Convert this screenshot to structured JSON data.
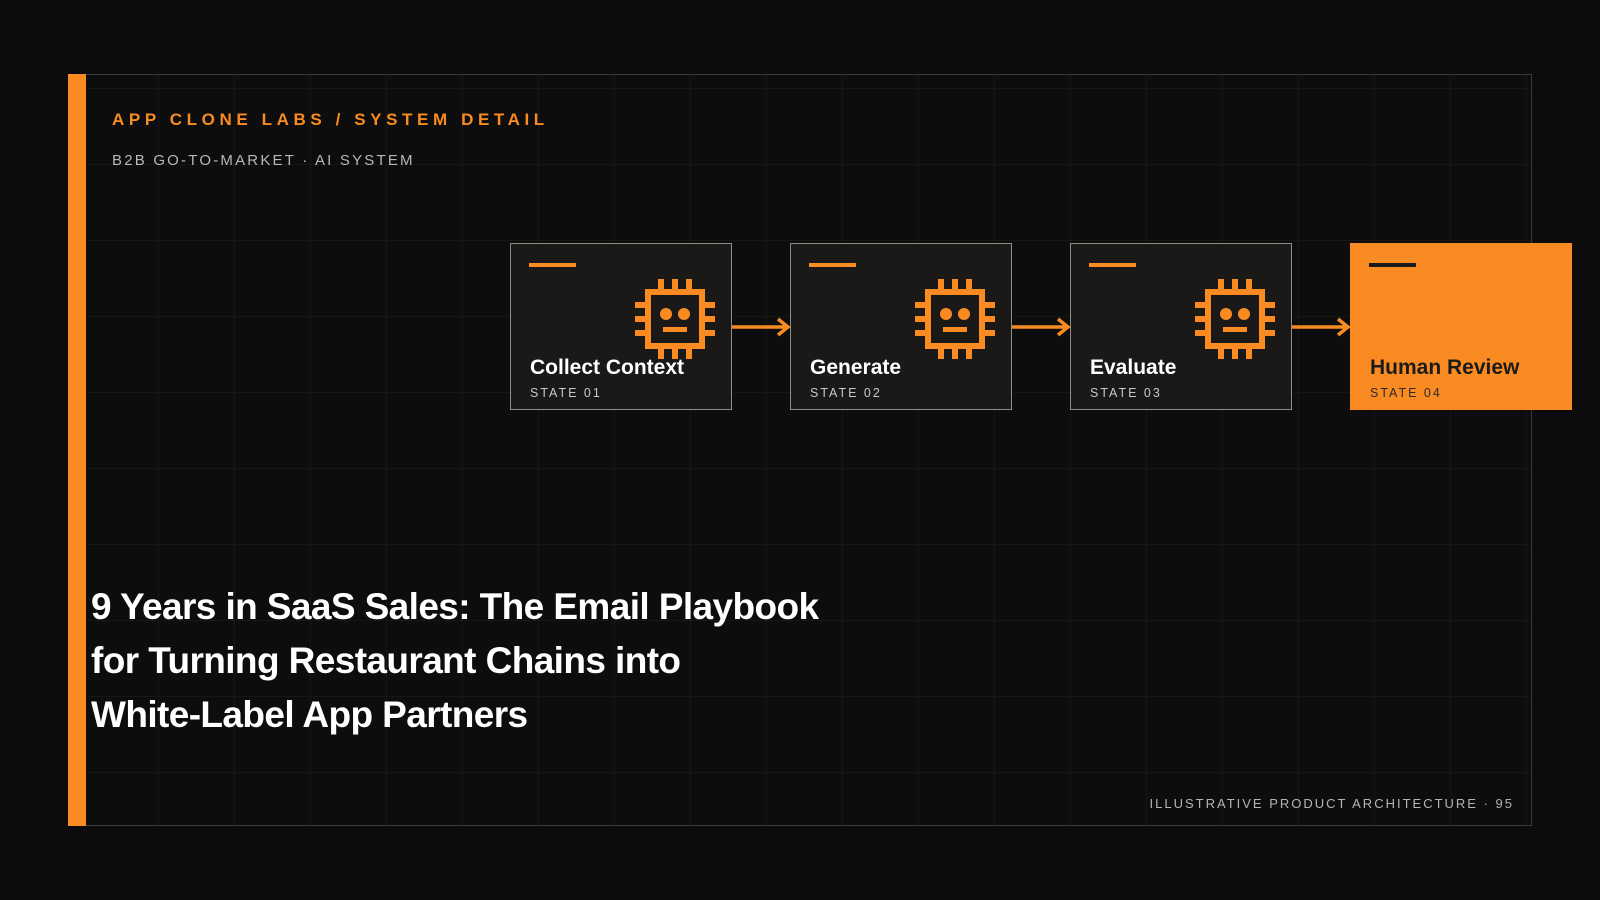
{
  "header": {
    "eyebrow": "APP CLONE LABS / SYSTEM DETAIL",
    "subline": "B2B GO-TO-MARKET · AI SYSTEM"
  },
  "diagram": {
    "accent_color": "#f98b22",
    "nodes": [
      {
        "title": "Collect Context",
        "state": "STATE 01",
        "icon": "robot-chip-icon",
        "active": false
      },
      {
        "title": "Generate",
        "state": "STATE 02",
        "icon": "robot-chip-icon",
        "active": false
      },
      {
        "title": "Evaluate",
        "state": "STATE 03",
        "icon": "robot-chip-icon",
        "active": false
      },
      {
        "title": "Human Review",
        "state": "STATE 04",
        "icon": null,
        "active": true
      }
    ]
  },
  "headline": {
    "lines": [
      "9 Years in SaaS Sales: The Email Playbook",
      "for Turning Restaurant Chains into",
      "White-Label App Partners"
    ]
  },
  "footer": {
    "text": "ILLUSTRATIVE PRODUCT ARCHITECTURE · 95"
  }
}
